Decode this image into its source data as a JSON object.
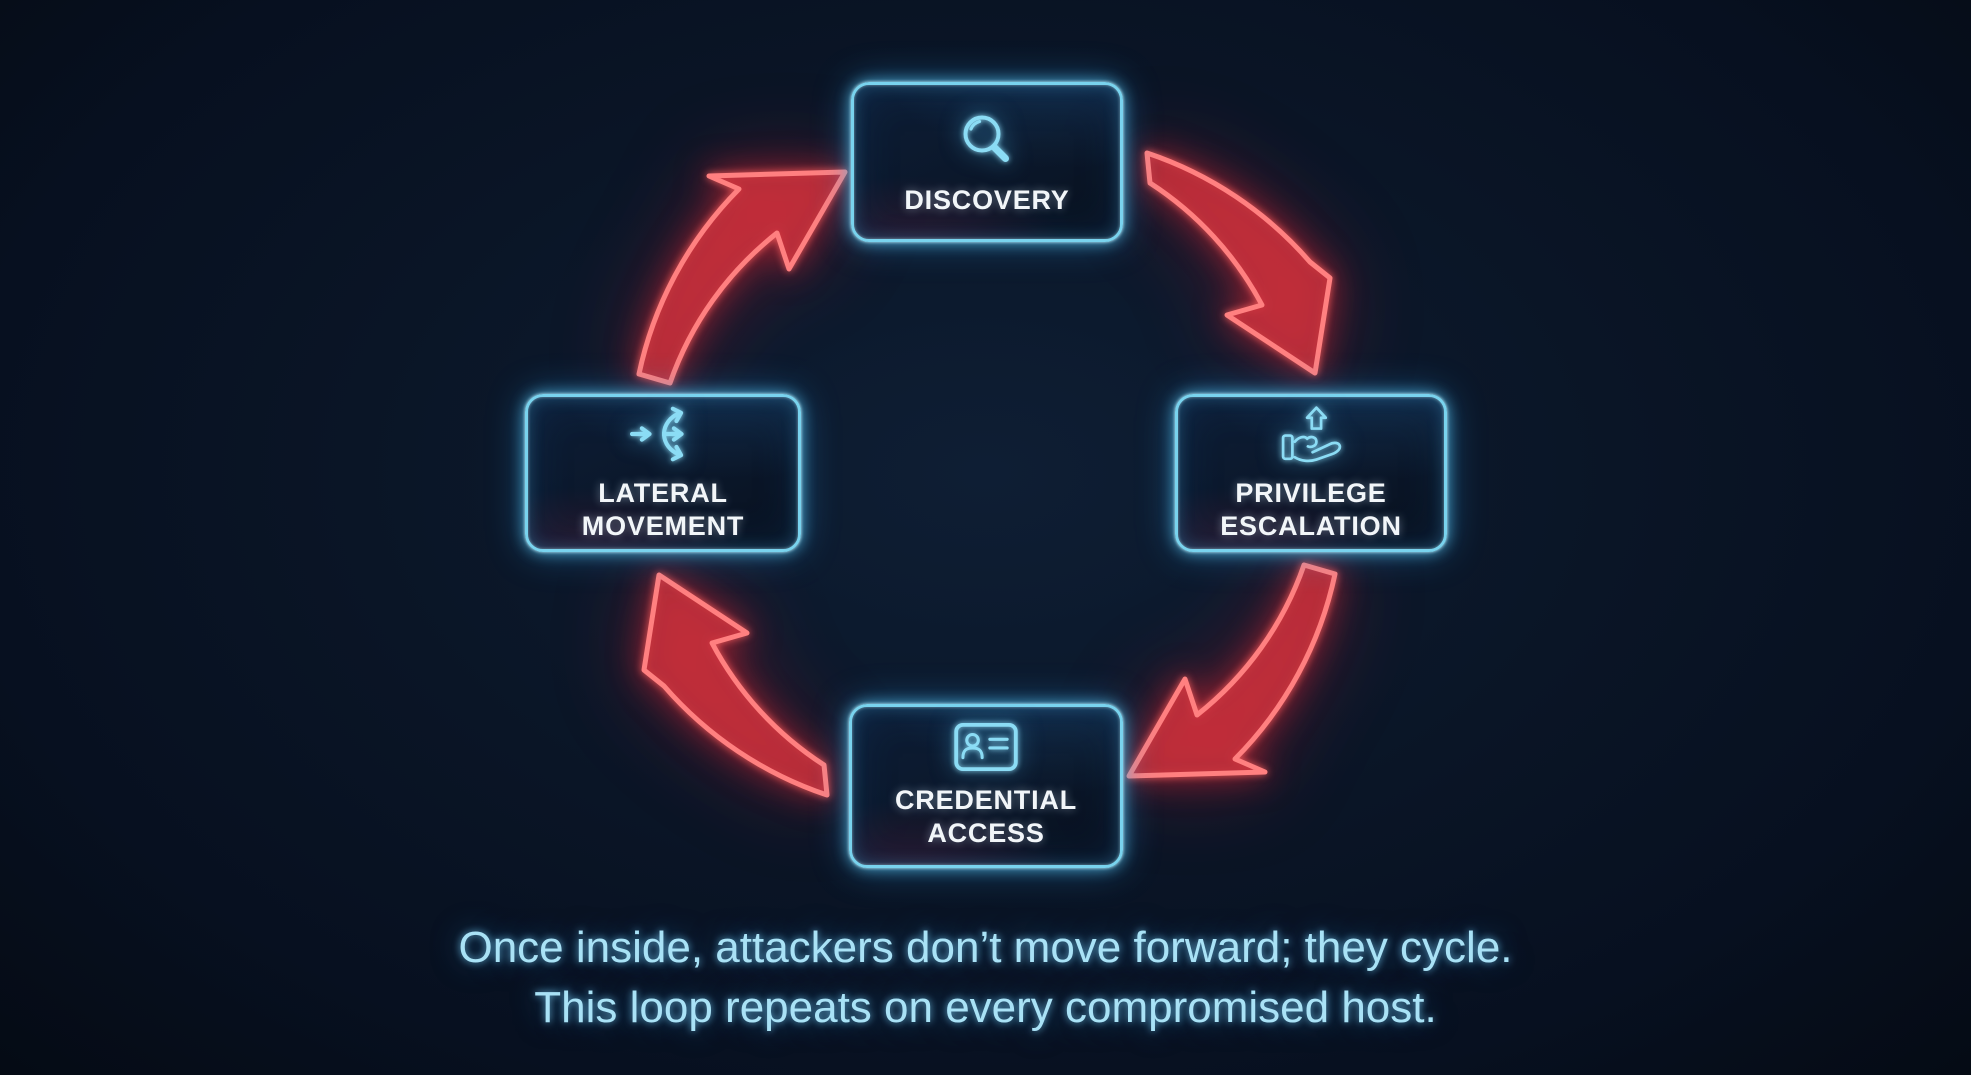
{
  "page": {
    "background_color": "#0a1526",
    "caption": {
      "color": "#a9e2f6",
      "lines": [
        "Once inside, attackers don’t move forward; they cycle.",
        "This loop repeats on every compromised host."
      ]
    }
  },
  "diagram": {
    "type": "cycle",
    "direction": "clockwise",
    "accent_color": "#79d3ee",
    "arrow_color": "#ff8080",
    "label_color": "#f2f6f9",
    "nodes": [
      {
        "id": "discovery",
        "icon": "search-icon",
        "lines": [
          "DISCOVERY"
        ]
      },
      {
        "id": "privilege-escalation",
        "icon": "hand-up-arrow-icon",
        "lines": [
          "PRIVILEGE",
          "ESCALATION"
        ]
      },
      {
        "id": "credential-access",
        "icon": "id-card-icon",
        "lines": [
          "CREDENTIAL",
          "ACCESS"
        ]
      },
      {
        "id": "lateral-movement",
        "icon": "split-arrows-icon",
        "lines": [
          "LATERAL",
          "MOVEMENT"
        ]
      }
    ],
    "edges": [
      {
        "from": "discovery",
        "to": "privilege-escalation"
      },
      {
        "from": "privilege-escalation",
        "to": "credential-access"
      },
      {
        "from": "credential-access",
        "to": "lateral-movement"
      },
      {
        "from": "lateral-movement",
        "to": "discovery"
      }
    ]
  }
}
